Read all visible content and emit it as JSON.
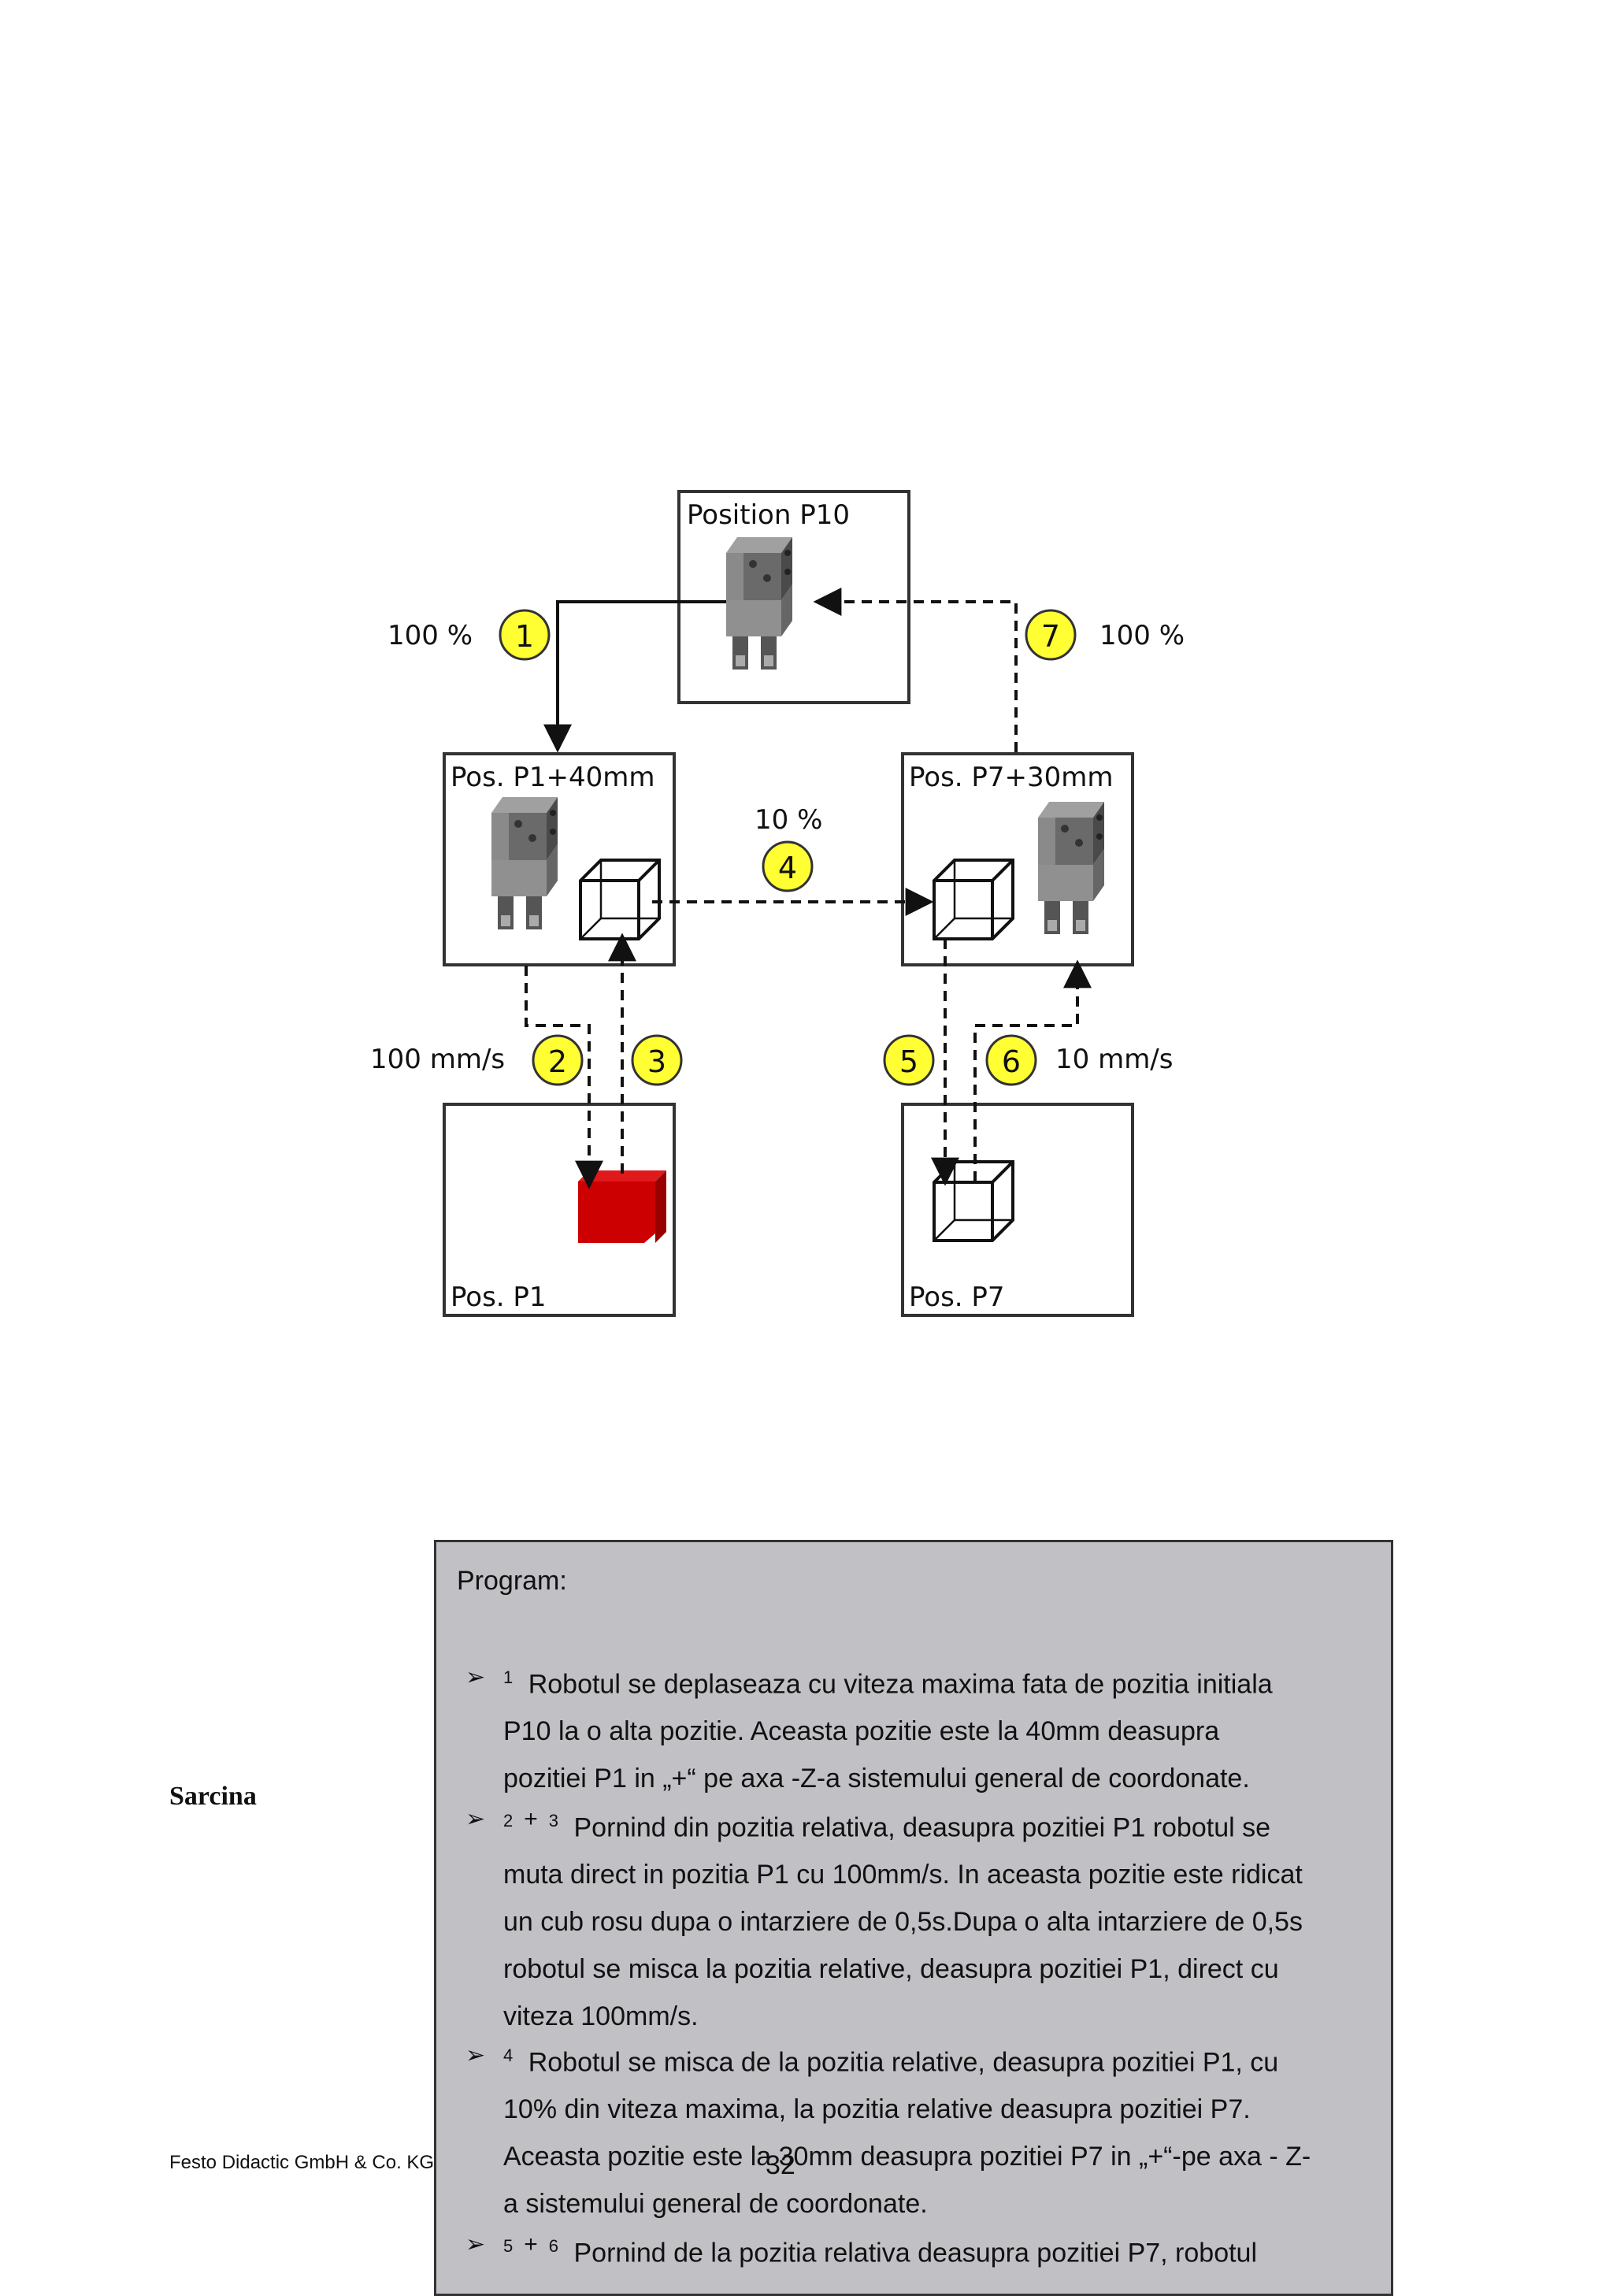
{
  "diagram": {
    "box_labels": {
      "p10": "Position P10",
      "p1_40": "Pos. P1+40mm",
      "p7_30": "Pos. P7+30mm",
      "p1": "Pos. P1",
      "p7": "Pos. P7"
    },
    "step_labels": {
      "s1": "100 %",
      "s7": "100 %",
      "s4": "10 %",
      "s2": "100 mm/s",
      "s6": "10 mm/s"
    },
    "steps": [
      "1",
      "2",
      "3",
      "4",
      "5",
      "6",
      "7"
    ],
    "colors": {
      "step_circle_fill": "#ffff33",
      "red_cube": "#cc0000",
      "gripper_dark": "#555555",
      "gripper_light": "#9a9a9a"
    },
    "icons": [
      "gripper-icon",
      "cube-outline-icon",
      "red-cube-icon"
    ]
  },
  "side_label": "Sarcina",
  "footer": {
    "company": "Festo Didactic GmbH & Co. KG",
    "page_number": "32"
  },
  "program": {
    "title": "Program:",
    "items": [
      {
        "refs": [
          "1"
        ],
        "lines": [
          "Robotul se deplaseaza cu viteza maxima fata de pozitia initiala",
          "P10 la o alta pozitie. Aceasta pozitie este la  40mm deasupra",
          "pozitiei P1 in „+“ pe axa -Z-a sistemului general de coordonate."
        ]
      },
      {
        "refs": [
          "2",
          "3"
        ],
        "lines": [
          "Pornind din pozitia relativa, deasupra pozitiei P1 robotul se",
          "muta direct in pozitia P1 cu 100mm/s. In aceasta pozitie este ridicat",
          "un cub rosu dupa o intarziere de 0,5s.Dupa o alta intarziere de 0,5s",
          "robotul se misca la pozitia relative, deasupra pozitiei P1, direct cu",
          "viteza 100mm/s."
        ]
      },
      {
        "refs": [
          "4"
        ],
        "lines": [
          "Robotul se misca de la pozitia relative, deasupra pozitiei P1, cu",
          "10% din viteza maxima, la pozitia relative deasupra pozitiei P7.",
          "Aceasta pozitie este la 30mm deasupra pozitiei P7 in „+“-pe axa - Z-",
          "a sistemului general de coordonate."
        ]
      },
      {
        "refs": [
          "5",
          "6"
        ],
        "lines": [
          "Pornind de la pozitia relativa deasupra pozitiei P7, robotul"
        ]
      }
    ]
  }
}
